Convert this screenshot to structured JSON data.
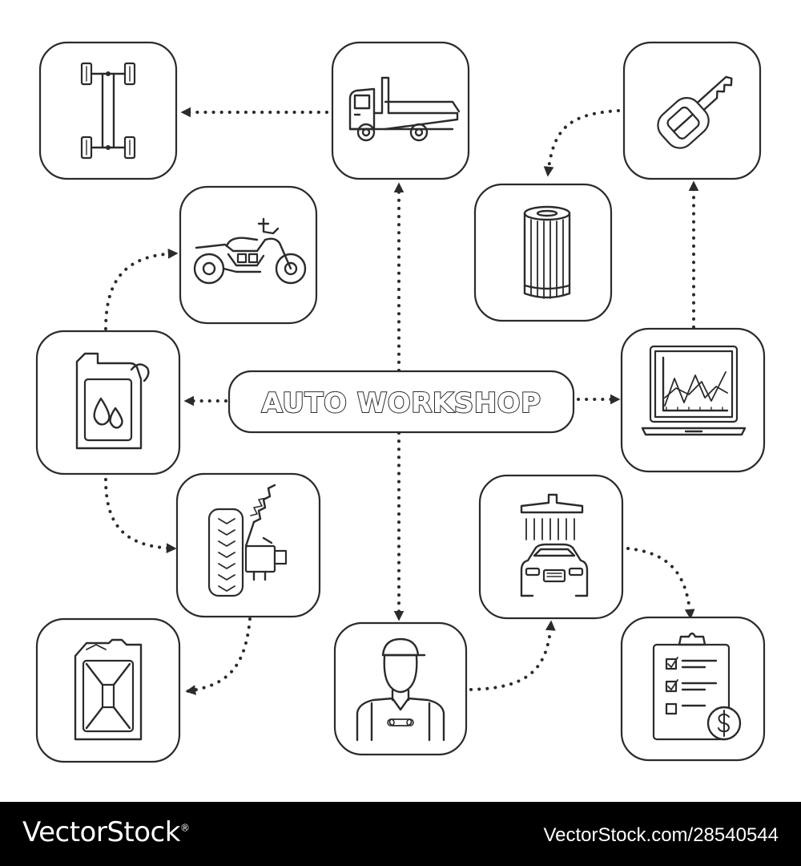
{
  "diagram": {
    "title": "AUTO WORKSHOP",
    "colors": {
      "line": "#2b2b2b",
      "background": "#ffffff"
    },
    "nodes": [
      {
        "id": "car-chassis",
        "icon": "car-chassis-icon"
      },
      {
        "id": "tow-truck",
        "icon": "tow-truck-icon"
      },
      {
        "id": "car-key",
        "icon": "car-key-icon"
      },
      {
        "id": "motorcycle",
        "icon": "motorcycle-icon"
      },
      {
        "id": "oil-filter",
        "icon": "oil-filter-icon"
      },
      {
        "id": "motor-oil",
        "icon": "motor-oil-canister-icon"
      },
      {
        "id": "car-diagnostics",
        "icon": "laptop-diagnostics-icon"
      },
      {
        "id": "car-suspension",
        "icon": "suspension-icon"
      },
      {
        "id": "car-wash",
        "icon": "car-wash-icon"
      },
      {
        "id": "fuel-canister",
        "icon": "fuel-canister-icon"
      },
      {
        "id": "car-mechanic",
        "icon": "mechanic-icon"
      },
      {
        "id": "estimate",
        "icon": "estimate-checklist-icon"
      }
    ],
    "edges": [
      [
        "tow-truck",
        "car-chassis"
      ],
      [
        "auto-workshop",
        "tow-truck"
      ],
      [
        "car-key",
        "oil-filter"
      ],
      [
        "car-diagnostics",
        "car-key"
      ],
      [
        "motor-oil",
        "motorcycle"
      ],
      [
        "auto-workshop",
        "motor-oil"
      ],
      [
        "auto-workshop",
        "car-diagnostics"
      ],
      [
        "motor-oil",
        "car-suspension"
      ],
      [
        "car-suspension",
        "fuel-canister"
      ],
      [
        "auto-workshop",
        "car-mechanic"
      ],
      [
        "car-mechanic",
        "car-wash"
      ],
      [
        "car-wash",
        "estimate"
      ]
    ]
  },
  "footer": {
    "brand": "VectorStock",
    "registered_mark": "®",
    "url": "VectorStock.com/28540544"
  }
}
